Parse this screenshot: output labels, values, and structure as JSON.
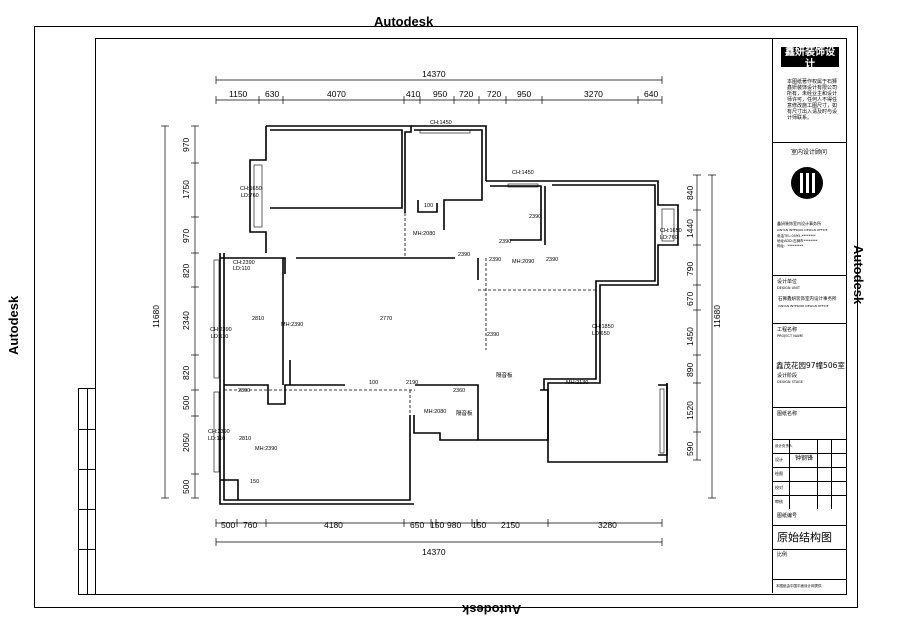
{
  "watermark": {
    "top": "Autodesk",
    "bottom": "Autodesk",
    "left": "Autodesk",
    "right": "Autodesk"
  },
  "dimensions": {
    "overall_top": "14370",
    "overall_bottom": "14370",
    "overall_left": "11680",
    "overall_right": "11680",
    "top": [
      "1150",
      "630",
      "4070",
      "410",
      "950",
      "720",
      "720",
      "950",
      "3270",
      "640"
    ],
    "bottom": [
      "500",
      "760",
      "4180",
      "650",
      "150",
      "980",
      "150",
      "2150",
      "3280"
    ],
    "left": [
      "970",
      "1750",
      "970",
      "820",
      "2340",
      "820",
      "500",
      "2050",
      "500"
    ],
    "right": [
      "840",
      "1440",
      "790",
      "670",
      "1450",
      "890",
      "1520",
      "590"
    ]
  },
  "plan_labels": {
    "ch1450_a": "CH:1450",
    "ch1450_b": "CH:1450",
    "ch1650_left": "CH:1650",
    "ld760_left": "LD:760",
    "ch1650_right": "CH:1650",
    "ld760_right": "LD:760",
    "ch2390_top": "CH:2390",
    "ld110_top": "LD:110",
    "ch2390_mid": "CH:2390",
    "ld110_mid": "LD:110",
    "ch2390_low": "CH:2390",
    "ld110_low": "LD:110",
    "ch1850": "CH:1850",
    "ld650": "LD:650",
    "mh2390_a": "MH:2390",
    "mh2390_b": "MH:2390",
    "mh2080_a": "MH:2080",
    "mh2080_b": "MH:2080",
    "mh2090": "MH:2090",
    "mh2130": "MH:2130",
    "v2810_a": "2810",
    "v2810_b": "2810",
    "v2770": "2770",
    "v2390_a": "2390",
    "v2390_b": "2390",
    "v2390_c": "2390",
    "v2390_d": "2390",
    "v2390_e": "2390",
    "v2390_f": "2390",
    "v2390_g": "2390",
    "v2360": "2360",
    "v2190": "2190",
    "v100_a": "100",
    "v100_b": "100",
    "v150": "150",
    "partition_a": "隔音板",
    "partition_b": "隔音板"
  },
  "title_block": {
    "logo_text": "鑫妍装饰设计",
    "logo_sub": "■■■■ ■■■ ■■",
    "notice": "本图纸著作权属于石狮鑫妍装饰设计有限公司所有，未经业主和设计师许可，任何人不得任意修改施工图尺寸，如有尺寸出入请及时与设计师联系。",
    "consultant_label": "室内设计顾问",
    "company_cn": "鑫妍装饰室内设计事务所",
    "company_en": "XINYAN INTERIOR DESIGN OFFICE",
    "company_phone": "电话TEL:0595-********",
    "company_addr": "地址ADD:石狮市********",
    "company_web": "网址：*********",
    "design_unit_label": "设计单位",
    "design_unit_en": "DESIGN UNIT",
    "design_unit_value": "石狮鑫妍装饰室内设计事务所",
    "design_unit_value_en": "XINYAN INTERIOR DESIGN OFFICE",
    "project_label": "工程名称",
    "project_en": "PROJECT NAME",
    "project_name": "鑫茂花园97幢506室",
    "drawing_type_label": "设计阶段",
    "drawing_type_en": "DESIGN STAGE",
    "drawing_name_label": "图纸名称",
    "row_labels": [
      "设计负责人",
      "设计",
      "绘图",
      "校对",
      "审核"
    ],
    "designer": "钟钢锋",
    "drawing_no_label": "图纸编号",
    "drawing_title": "原始结构图",
    "scale_label": "比例",
    "footer": "本图纸由中国平面设计网提供"
  }
}
